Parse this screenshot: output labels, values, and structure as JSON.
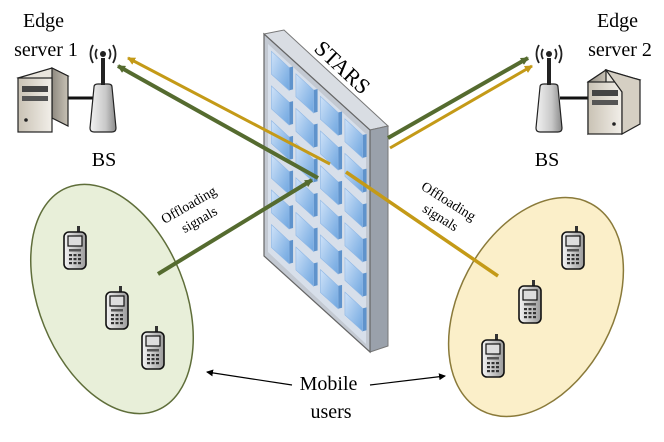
{
  "labels": {
    "edge_server_left": [
      "Edge",
      "server 1"
    ],
    "edge_server_right": [
      "Edge",
      "server 2"
    ],
    "bs_left": "BS",
    "bs_right": "BS",
    "stars": "STARS",
    "offloading_left": [
      "Offloading",
      "signals"
    ],
    "offloading_right": [
      "Offloading",
      "signals"
    ],
    "mobile_users": [
      "Mobile",
      "users"
    ]
  },
  "colors": {
    "green_signal": "#556b2f",
    "gold_signal": "#c49a17",
    "green_cluster_fill": "#e8efd9",
    "green_cluster_stroke": "#5f6e3a",
    "gold_cluster_fill": "#fbefc9",
    "gold_cluster_stroke": "#8a7a3a",
    "stars_frame": "#b8bec7",
    "stars_element": "#7fb2e5",
    "stars_glow": "#a9c9f0"
  },
  "icons": {
    "server": "server-icon",
    "base_station": "antenna-tower-icon",
    "phone": "mobile-phone-icon"
  }
}
